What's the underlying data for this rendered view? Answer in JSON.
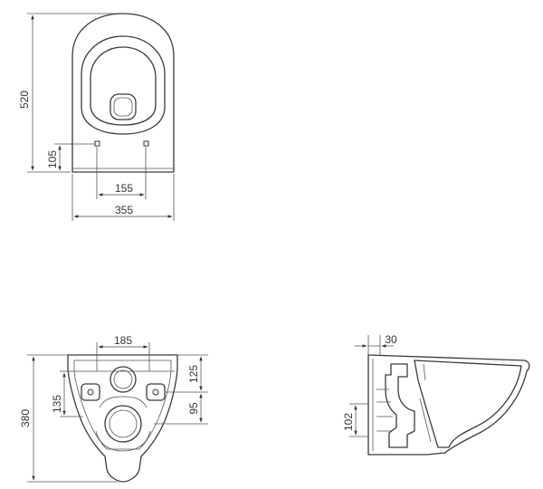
{
  "top_view": {
    "height_label": "520",
    "mount_offset_label": "105",
    "hole_spacing_label": "155",
    "width_label": "355"
  },
  "front_view": {
    "top_spacing_label": "185",
    "height_label": "380",
    "left_inner_label": "135",
    "right_upper_label": "125",
    "right_lower_label": "95"
  },
  "side_view": {
    "top_label": "30",
    "outlet_label": "102"
  }
}
